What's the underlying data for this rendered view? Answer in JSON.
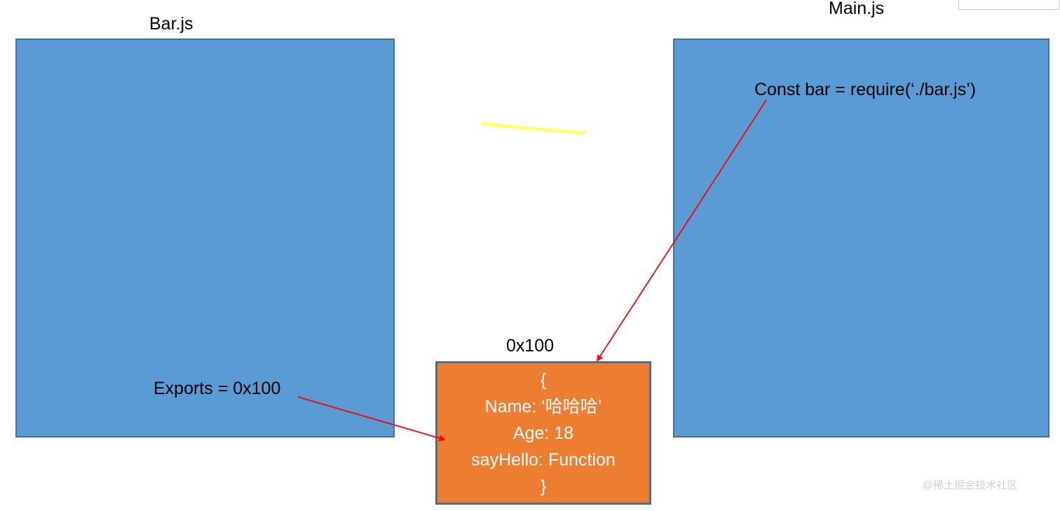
{
  "diagram": {
    "modules": [
      {
        "id": "bar",
        "caption": "Bar.js",
        "note": "Exports = 0x100"
      },
      {
        "id": "main",
        "caption": "Main.js",
        "note": "Const bar = require(‘./bar.js’)"
      }
    ],
    "memory_object": {
      "address_label": "0x100",
      "lines": [
        "{",
        "Name: ‘哈哈哈’",
        "Age: 18",
        "sayHello: Function",
        "}"
      ]
    },
    "annotations": {
      "arrow_from_require_label": "require points to memory object 0x100",
      "arrow_from_exports_label": "exports points to memory object 0x100",
      "highlighter_stroke_label": "yellow highlighter mark"
    },
    "watermark": "@稀土掘金技术社区",
    "colors": {
      "module_fill": "#5b9bd5",
      "module_border": "#41719c",
      "object_fill": "#ed7d31",
      "object_border": "#4a7095",
      "arrow": "#ff0000",
      "highlighter": "#ffff66",
      "text": "#000000",
      "object_text": "#ffffff",
      "watermark": "#cfcfcf"
    }
  }
}
